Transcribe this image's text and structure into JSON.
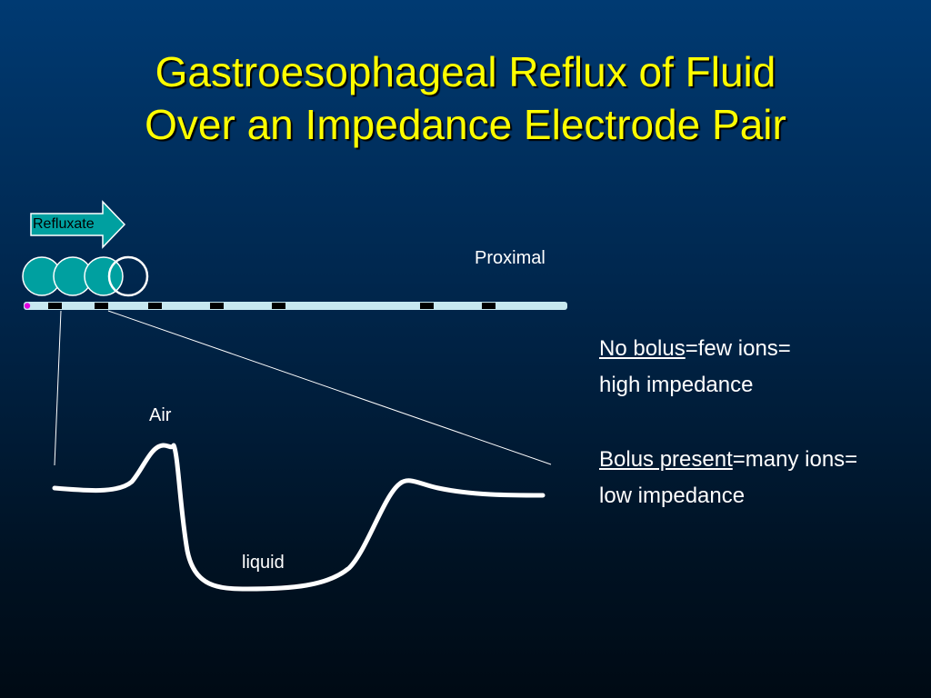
{
  "title": {
    "line1": "Gastroesophageal Reflux of Fluid",
    "line2": "Over an Impedance Electrode Pair"
  },
  "diagram": {
    "arrow_label": "Refluxate",
    "proximal_label": "Proximal",
    "air_label": "Air",
    "liquid_label": "liquid",
    "bolus_color": "#00a0a0",
    "catheter_color": "#c8e8f0",
    "electrode_color": "#000000",
    "tip_color": "#e000e0",
    "trace_color": "#ffffff"
  },
  "explanation": {
    "no_bolus_term": "No bolus",
    "no_bolus_rest": "=few ions=",
    "no_bolus_result": "high impedance",
    "bolus_term": "Bolus present",
    "bolus_rest": "=many ions=",
    "bolus_result": "low impedance"
  }
}
